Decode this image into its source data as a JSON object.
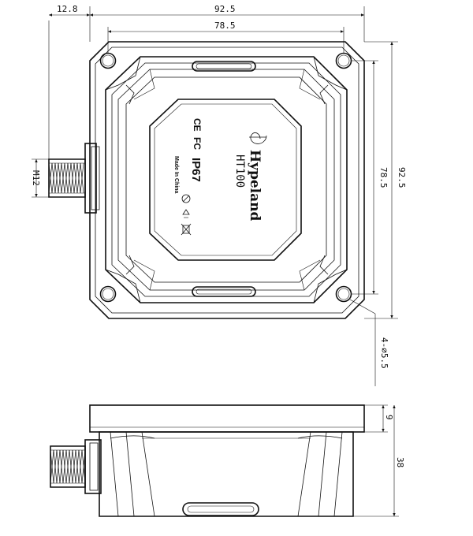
{
  "dimensions": {
    "connector_offset": "12.8",
    "overall_width": "92.5",
    "hole_spacing_width": "78.5",
    "overall_height": "92.5",
    "hole_spacing_height": "78.5",
    "thread": "M12",
    "mounting_holes": "4-∅5.5",
    "flange_thickness": "9",
    "body_height": "38"
  },
  "label": {
    "brand": "Hypeland",
    "model": "HT100",
    "ce_mark": "CE",
    "fc_mark": "FC",
    "ip_rating": "IP67",
    "origin": "Made In China"
  }
}
